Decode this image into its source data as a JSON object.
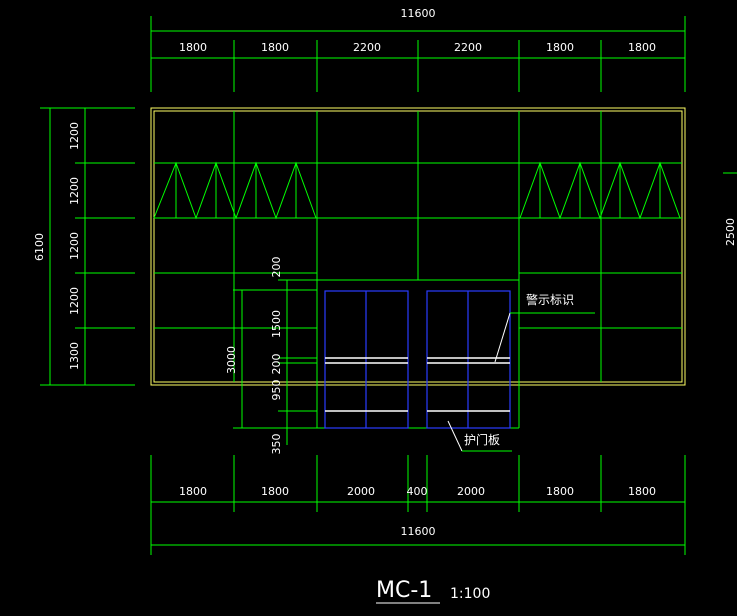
{
  "drawing": {
    "title": "MC-1",
    "scale": "1:100",
    "labels": {
      "warning_sign": "警示标识",
      "guard_plate": "护门板"
    },
    "top_dims": {
      "overall": "11600",
      "segments": [
        "1800",
        "1800",
        "2200",
        "2200",
        "1800",
        "1800"
      ]
    },
    "bottom_dims": {
      "overall": "11600",
      "segments": [
        "1800",
        "1800",
        "2000",
        "400",
        "2000",
        "1800",
        "1800"
      ]
    },
    "left_dims": {
      "overall": "6100",
      "segments": [
        "1200",
        "1200",
        "1200",
        "1200",
        "1300"
      ]
    },
    "door_dims": {
      "overall": "3000",
      "segments": [
        "200",
        "1500",
        "200",
        "950",
        "350"
      ]
    },
    "right_dim": "2500"
  }
}
